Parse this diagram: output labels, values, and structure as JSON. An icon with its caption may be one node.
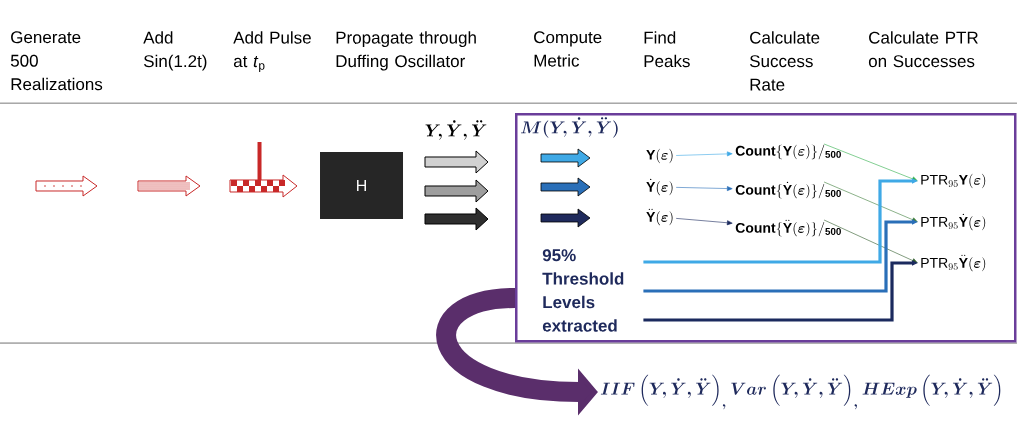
{
  "diagram": {
    "nodes": [
      {
        "text": [
          "H"
        ]
      },
      {
        "text": [
          "\\boldsymbol{M(Y,\\dot{Y},\\ddot{Y})}"
        ]
      },
      {
        "text": [
          "\\mathbf{Y}(\\boldsymbol{\\varepsilon})"
        ],
        "in": 1
      },
      {
        "text": [
          "\\dot{\\mathbf{Y}}(\\boldsymbol{\\varepsilon})"
        ],
        "in": 1
      },
      {
        "text": [
          "\\ddot{\\mathbf{Y}}(\\boldsymbol{\\varepsilon})"
        ],
        "in": 1
      },
      {
        "text": [
          "\\mathbf{Count}\\{\\mathbf{Y}(\\boldsymbol{\\varepsilon})\\}/_{\\mathbf{500}}"
        ],
        "in": 1
      },
      {
        "text": [
          "\\mathbf{Count}\\{\\dot{\\mathbf{Y}}(\\boldsymbol{\\varepsilon})\\}/_{\\mathbf{500}}"
        ],
        "in": 1
      },
      {
        "text": [
          "\\mathbf{Count}\\{\\ddot{\\mathbf{Y}}(\\boldsymbol{\\varepsilon})\\}/_{\\mathbf{500}}"
        ],
        "in": 1
      },
      {
        "text": [
          "95% Threshold Levels extracted"
        ],
        "in": 1
      },
      {
        "text": [
          "\\mathrm{PTR}_{95}\\mathbf{Y}(\\boldsymbol{\\varepsilon})"
        ],
        "in": 1
      },
      {
        "text": [
          "\\mathrm{PTR}_{95}\\dot{\\mathbf{Y}}(\\boldsymbol{\\varepsilon})"
        ],
        "in": 1
      },
      {
        "text": [
          "\\mathrm{PTR}_{95}\\ddot{\\mathbf{Y}}(\\boldsymbol{\\varepsilon})"
        ],
        "in": 1
      },
      {
        "text": [
          "\\boldsymbol{IIF\\left(Y,\\dot{Y},\\ddot{Y}\\right)_{,}Var\\left(Y,\\dot{Y},\\ddot{Y}\\right)_{,}HExp\\left(Y,\\dot{Y},\\ddot{Y}\\right)}"
        ]
      }
    ],
    "edges": [
      {
        "from": 2,
        "to": 5,
        "arrow": "to",
        "color": "#3fa9e6"
      },
      {
        "from": 3,
        "to": 6,
        "arrow": "to",
        "color": "#2a6fb8"
      },
      {
        "from": 4,
        "to": 7,
        "arrow": "to",
        "color": "#1b2a5e"
      },
      {
        "from": 5,
        "to": 9,
        "arrow": "to",
        "color": "#2fae4a"
      },
      {
        "from": 6,
        "to": 10,
        "arrow": "to",
        "color": "#3e7d3a"
      },
      {
        "from": 7,
        "to": 11,
        "arrow": "to",
        "color": "#2f5a2a"
      },
      {
        "from": 8,
        "to": 9,
        "arrow": "to",
        "style": "thick",
        "color": "#3fa9e6"
      },
      {
        "from": 8,
        "to": 10,
        "arrow": "to",
        "style": "thick",
        "color": "#2a6fb8"
      },
      {
        "from": 8,
        "to": 11,
        "arrow": "to",
        "style": "thick",
        "color": "#1b2a5e"
      },
      {
        "from": 1,
        "to": 12,
        "arrow": "to",
        "style": "thick",
        "color": "#5a2e6b"
      }
    ],
    "labels": [
      "Generate 500 Realizations",
      "Add Sin(1.2t)",
      "Add Pulse at *t*$_{p}$",
      "Propagate through Duffing Oscillator",
      "Compute Metric",
      "Find Peaks",
      "Calculate Success Rate",
      "Calculate PTR on Successes",
      "\\boldsymbol{Y,\\dot{Y},\\ddot{Y}}"
    ]
  }
}
